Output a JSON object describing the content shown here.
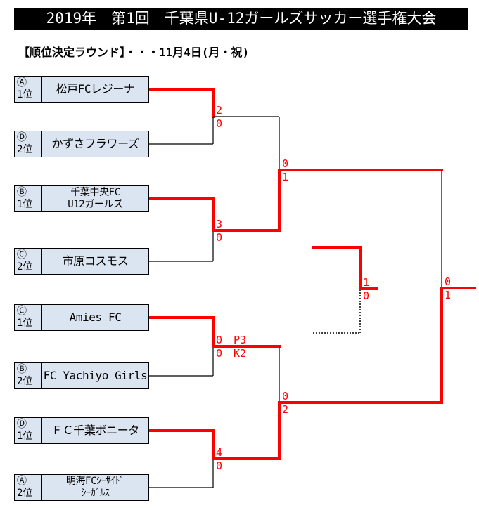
{
  "colors": {
    "page_bg": "#ffffff",
    "banner_bg": "#000000",
    "banner_text": "#ffffff",
    "box_fill": "#dbe5f1",
    "box_border": "#000000",
    "winner_line": "#ff0000",
    "line": "#000000",
    "score_text": "#ff0000"
  },
  "header": {
    "title": "2019年　第1回　千葉県U-12ガールズサッカー選手権大会",
    "subtitle": "【順位決定ラウンド】・・・11月4日(月・祝)"
  },
  "teams": [
    {
      "seed_letter": "Ⓐ",
      "seed_rank": "1位",
      "name": [
        "松戸FCレジーナ"
      ]
    },
    {
      "seed_letter": "Ⓓ",
      "seed_rank": "2位",
      "name": [
        "かずさフラワーズ"
      ]
    },
    {
      "seed_letter": "Ⓑ",
      "seed_rank": "1位",
      "name": [
        "千葉中央FC",
        "U12ガールズ"
      ]
    },
    {
      "seed_letter": "Ⓒ",
      "seed_rank": "2位",
      "name": [
        "市原コスモス"
      ]
    },
    {
      "seed_letter": "Ⓒ",
      "seed_rank": "1位",
      "name": [
        "Amies FC"
      ]
    },
    {
      "seed_letter": "Ⓑ",
      "seed_rank": "2位",
      "name": [
        "FC Yachiyo Girls"
      ]
    },
    {
      "seed_letter": "Ⓓ",
      "seed_rank": "1位",
      "name": [
        "ＦＣ千葉ボニータ"
      ]
    },
    {
      "seed_letter": "Ⓐ",
      "seed_rank": "2位",
      "name": [
        "明海FCｼｰｻｲﾄﾞ",
        "ｼｰｶﾞﾙｽ"
      ]
    }
  ],
  "first_round": [
    {
      "top": "2",
      "bottom": "0"
    },
    {
      "top": "3",
      "bottom": "0"
    },
    {
      "top": "0",
      "top_pk": "P3",
      "bottom": "0",
      "bottom_pk": "K2"
    },
    {
      "top": "4",
      "bottom": "0"
    }
  ],
  "second_round": [
    {
      "top": "0",
      "bottom": "1"
    },
    {
      "top": "0",
      "bottom": "2"
    }
  ],
  "final": {
    "top": "0",
    "bottom": "1"
  },
  "third_place": {
    "top": "1",
    "bottom": "0"
  }
}
